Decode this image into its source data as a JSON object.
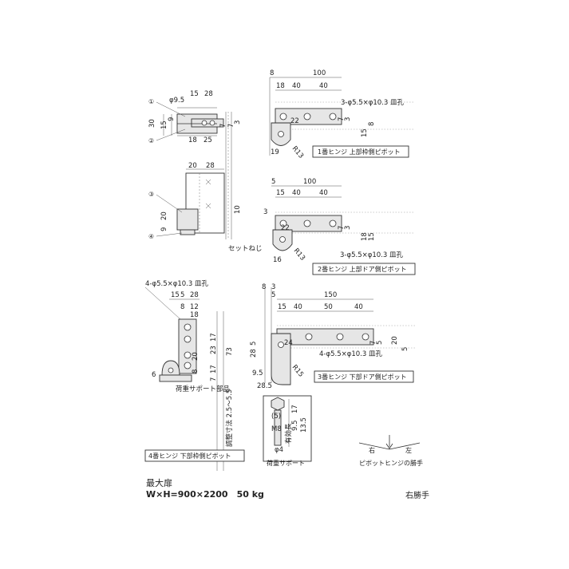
{
  "markers": {
    "m1": "①",
    "m2": "②",
    "m3": "③",
    "m4": "④"
  },
  "hinge1": {
    "caption": "1番ヒンジ 上部枠側ピボット",
    "d_top": [
      "8",
      "100"
    ],
    "d_row2": [
      "18",
      "40",
      "40"
    ],
    "holes": "3-φ5.5×φ10.3 皿孔",
    "d_side": [
      "7",
      "3",
      "15",
      "8"
    ],
    "d_misc": [
      "22",
      "19",
      "R13"
    ]
  },
  "hinge2": {
    "caption": "2番ヒンジ 上部ドア側ピボット",
    "d_top": [
      "5",
      "100"
    ],
    "d_row2": [
      "15",
      "40",
      "40"
    ],
    "holes": "3-φ5.5×φ10.3 皿孔",
    "d_side": [
      "3",
      "7",
      "3",
      "18",
      "15"
    ],
    "d_misc": [
      "22",
      "16",
      "R13"
    ],
    "set_screw": "セットねじ"
  },
  "hinge3": {
    "caption": "3番ヒンジ 下部ドア側ピボット",
    "d_top": [
      "8",
      "3",
      "5",
      "150"
    ],
    "d_row2": [
      "15",
      "40",
      "50",
      "40"
    ],
    "holes": "4-φ5.5×φ10.3 皿孔",
    "d_side": [
      "7",
      "5",
      "20",
      "5"
    ],
    "d_misc": [
      "5",
      "28",
      "24",
      "R15",
      "9.5",
      "28.5"
    ]
  },
  "hinge4": {
    "caption": "4番ヒンジ 下部枠側ピボット",
    "holes": "4-φ5.5×φ10.3 皿孔",
    "d_top": [
      "15",
      "5",
      "28"
    ],
    "d_row2": [
      "8",
      "12",
      "18"
    ],
    "d_side": [
      "17",
      "23",
      "17",
      "7",
      "73",
      "8",
      "20",
      "6"
    ],
    "support_part": "荷重サポート部品",
    "adjust": "調整寸法 2.5〜5.5"
  },
  "top_views": {
    "upper": {
      "d1": [
        "φ9.5",
        "15",
        "28"
      ],
      "d2": [
        "30",
        "15",
        "9"
      ],
      "d3": [
        "18",
        "25"
      ],
      "d4": [
        "7",
        "7",
        "3"
      ]
    },
    "lower": {
      "d1": [
        "20",
        "28"
      ],
      "d2": [
        "20",
        "9",
        "10"
      ]
    }
  },
  "support": {
    "caption": "荷重サポート",
    "dims": [
      "(5)",
      "17",
      "9.5",
      "13.5",
      "M8",
      "φ4"
    ],
    "note": "有効長"
  },
  "hand": {
    "right": "右",
    "left": "左",
    "caption": "ピボットヒンジの勝手",
    "label": "右勝手"
  },
  "footer": {
    "title": "最大扉",
    "spec": "W×H=900×2200　50 kg"
  }
}
